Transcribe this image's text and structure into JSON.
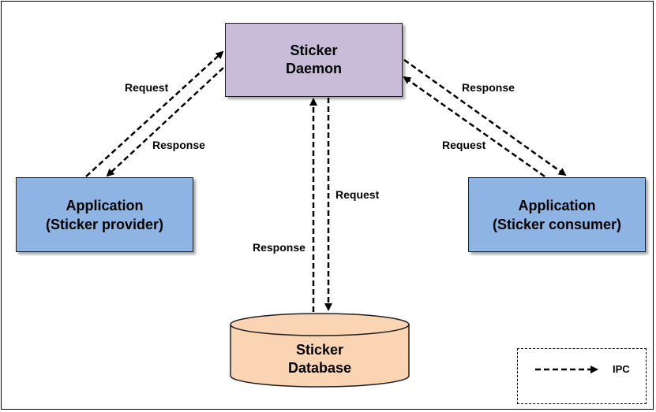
{
  "nodes": {
    "daemon": {
      "line1": "Sticker",
      "line2": "Daemon"
    },
    "provider": {
      "line1": "Application",
      "line2": "(Sticker provider)"
    },
    "consumer": {
      "line1": "Application",
      "line2": "(Sticker consumer)"
    },
    "database": {
      "line1": "Sticker",
      "line2": "Database"
    }
  },
  "edges": {
    "provider_request": "Request",
    "provider_response": "Response",
    "consumer_response": "Response",
    "consumer_request": "Request",
    "db_request": "Request",
    "db_response": "Response"
  },
  "legend": {
    "label": "IPC"
  },
  "colors": {
    "daemon": "#c8bcd8",
    "application": "#8db4e2",
    "database": "#fbd4b4"
  }
}
